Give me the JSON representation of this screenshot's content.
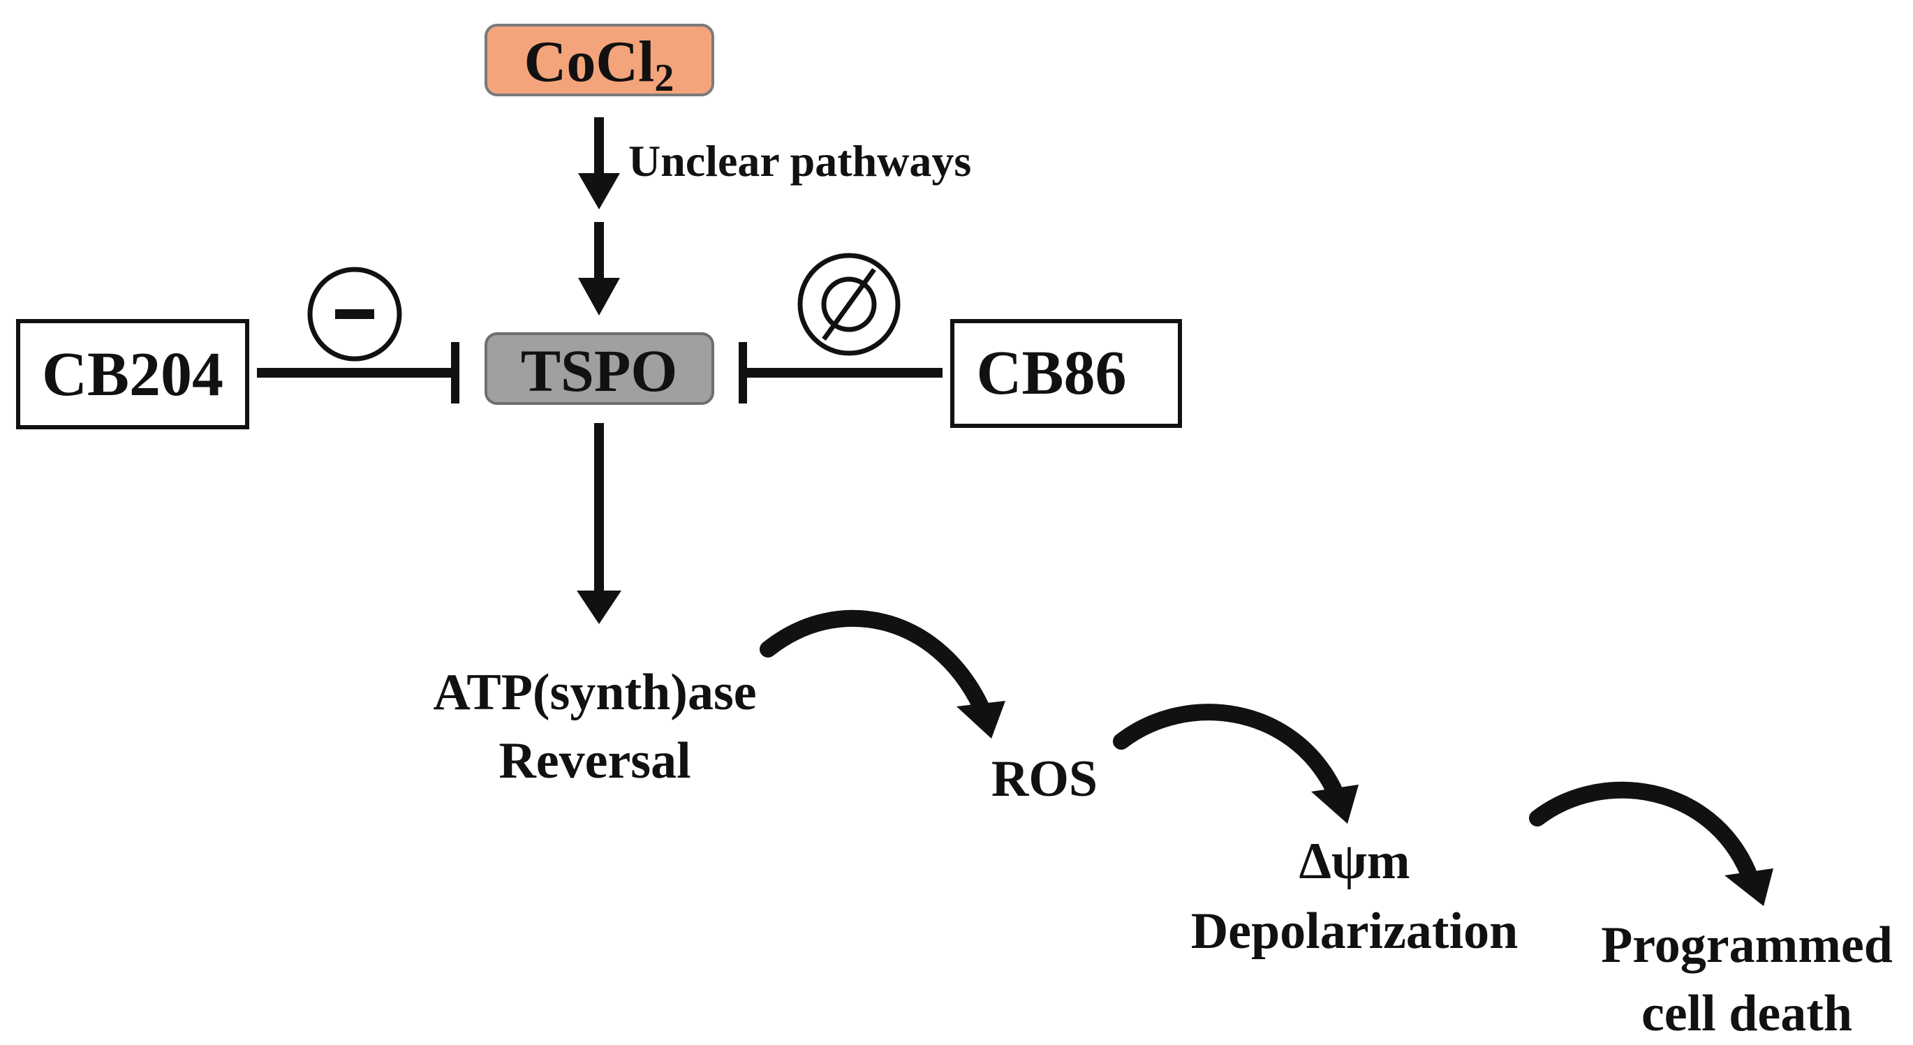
{
  "nodes": {
    "cocl2": {
      "main": "CoCl",
      "subscript": "2",
      "fill": "#f4a47a"
    },
    "tspo": {
      "label": "TSPO",
      "fill": "#a0a0a0"
    },
    "cb204": {
      "label": "CB204"
    },
    "cb86": {
      "label": "CB86"
    },
    "atp_line1": "ATP(synth)ase",
    "atp_line2": "Reversal",
    "ros": "ROS",
    "dpsi_line1": "Δψm",
    "dpsi_line2": "Depolarization",
    "death_line1": "Programmed",
    "death_line2": "cell death"
  },
  "edges": {
    "unclear_label": "Unclear pathways"
  },
  "symbols": {
    "cb204_effect": "minus-circle",
    "cb86_effect": "empty-set-circle"
  },
  "colors": {
    "line": "#111111",
    "box_border": "#111111",
    "background": "#ffffff"
  }
}
